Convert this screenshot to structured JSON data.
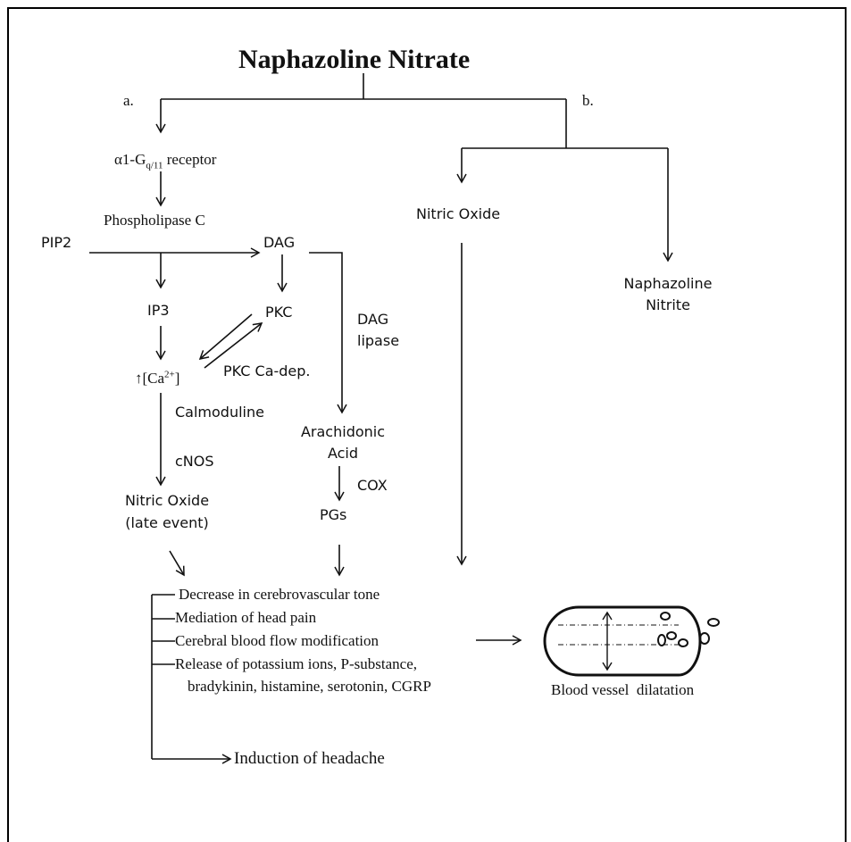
{
  "title": "Naphazoline Nitrate",
  "branch_a": "a.",
  "branch_b": "b.",
  "nodes": {
    "receptor_prefix": "α1-G",
    "receptor_sub": "q/11",
    "receptor_suffix": " receptor",
    "phospholipase": "Phospholipase C",
    "pip2": "PIP2",
    "dag": "DAG",
    "ip3": "IP3",
    "pkc": "PKC",
    "dag_lipase_1": "DAG",
    "dag_lipase_2": "lipase",
    "ca_prefix": "↑[Ca",
    "ca_sup": "2+",
    "ca_suffix": "]",
    "pkc_ca_dep": "PKC Ca-dep.",
    "calmoduline": "Calmoduline",
    "cnos": "cNOS",
    "arachidonic_1": "Arachidonic",
    "arachidonic_2": "Acid",
    "cox": "COX",
    "pgs": "PGs",
    "no_late_1": "Nitric Oxide",
    "no_late_2": "(late event)",
    "nitric_oxide": "Nitric Oxide",
    "naph_nitrite_1": "Naphazoline",
    "naph_nitrite_2": "Nitrite"
  },
  "effects": [
    "Decrease in cerebrovascular tone",
    "Mediation of head pain",
    "Cerebral blood flow modification",
    "Release of potassium ions, P-substance,",
    "bradykinin, histamine, serotonin, CGRP"
  ],
  "induction": "Induction of headache",
  "vessel_label": "Blood vessel  dilatation"
}
